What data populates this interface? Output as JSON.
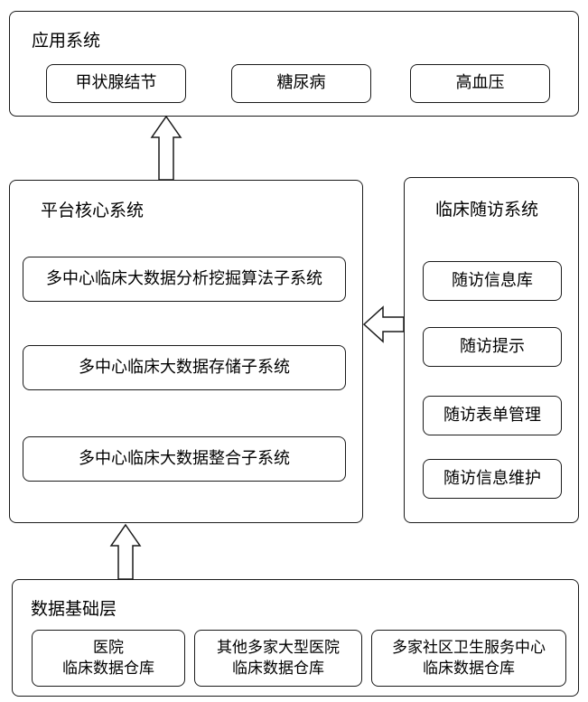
{
  "app_layer": {
    "title": "应用系统",
    "items": [
      "甲状腺结节",
      "糖尿病",
      "高血压"
    ]
  },
  "platform": {
    "title": "平台核心系统",
    "items": [
      "多中心临床大数据分析挖掘算法子系统",
      "多中心临床大数据存储子系统",
      "多中心临床大数据整合子系统"
    ]
  },
  "followup": {
    "title": "临床随访系统",
    "items": [
      "随访信息库",
      "随访提示",
      "随访表单管理",
      "随访信息维护"
    ]
  },
  "data_layer": {
    "title": "数据基础层",
    "items": [
      {
        "line1": "医院",
        "line2": "临床数据仓库"
      },
      {
        "line1": "其他多家大型医院",
        "line2": "临床数据仓库"
      },
      {
        "line1": "多家社区卫生服务中心",
        "line2": "临床数据仓库"
      }
    ]
  }
}
